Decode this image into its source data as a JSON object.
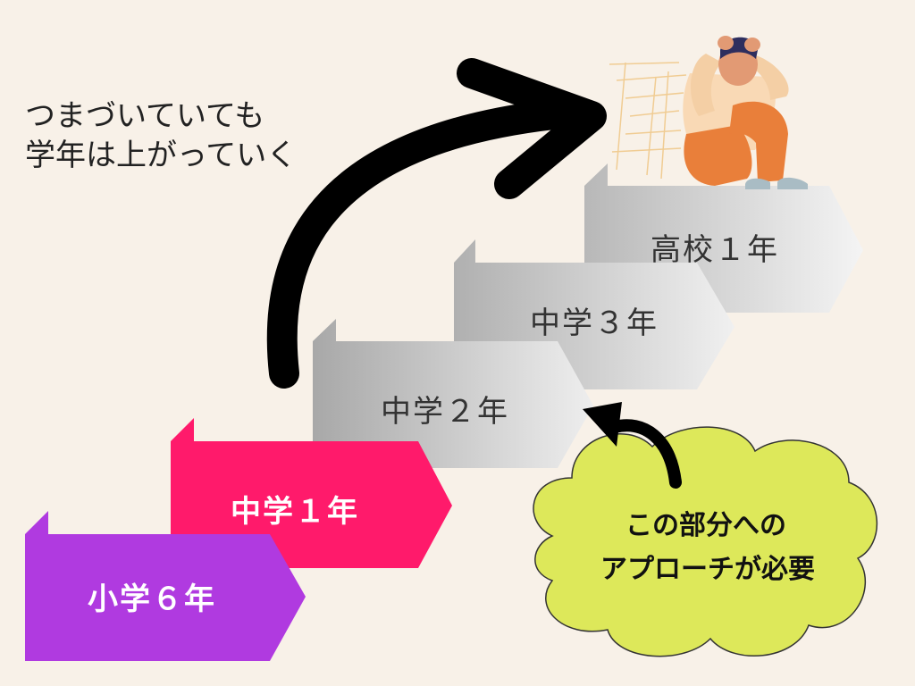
{
  "caption": {
    "line1": "つまづいていても",
    "line2": "学年は上がっていく"
  },
  "steps": [
    {
      "key": "grade6",
      "label": "小学６年",
      "color": "#b03ae0"
    },
    {
      "key": "jh1",
      "label": "中学１年",
      "color": "#ff1a6b"
    },
    {
      "key": "jh2",
      "label": "中学２年",
      "color": "#b8b8b8"
    },
    {
      "key": "jh3",
      "label": "中学３年",
      "color": "#c4c4c4"
    },
    {
      "key": "hs1",
      "label": "高校１年",
      "color": "#d2d2d2"
    }
  ],
  "callout": {
    "line1": "この部分への",
    "line2": "アプローチが必要",
    "color": "#dde85a"
  },
  "icons": {
    "big_arrow": "curved-arrow-up-right-icon",
    "small_arrow": "curved-arrow-up-left-icon",
    "figure": "distressed-student-illustration"
  }
}
